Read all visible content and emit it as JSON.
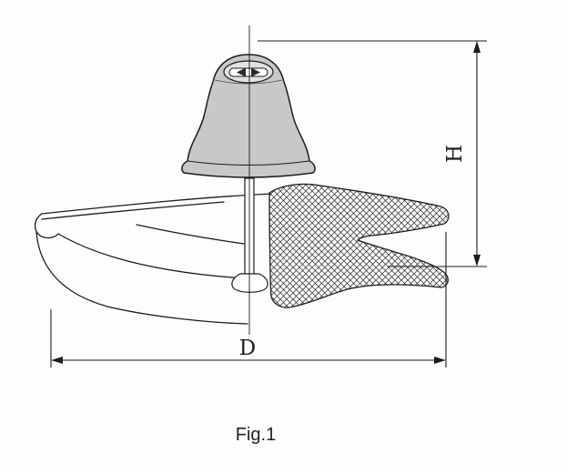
{
  "figure": {
    "caption": "Fig.1",
    "labels": {
      "height": "H",
      "diameter": "D"
    }
  },
  "colors": {
    "background": "#fdfdfd",
    "line": "#1c1c1c",
    "cap_fill": "#c8c8c8",
    "socket_fill": "#e2e2e2"
  }
}
